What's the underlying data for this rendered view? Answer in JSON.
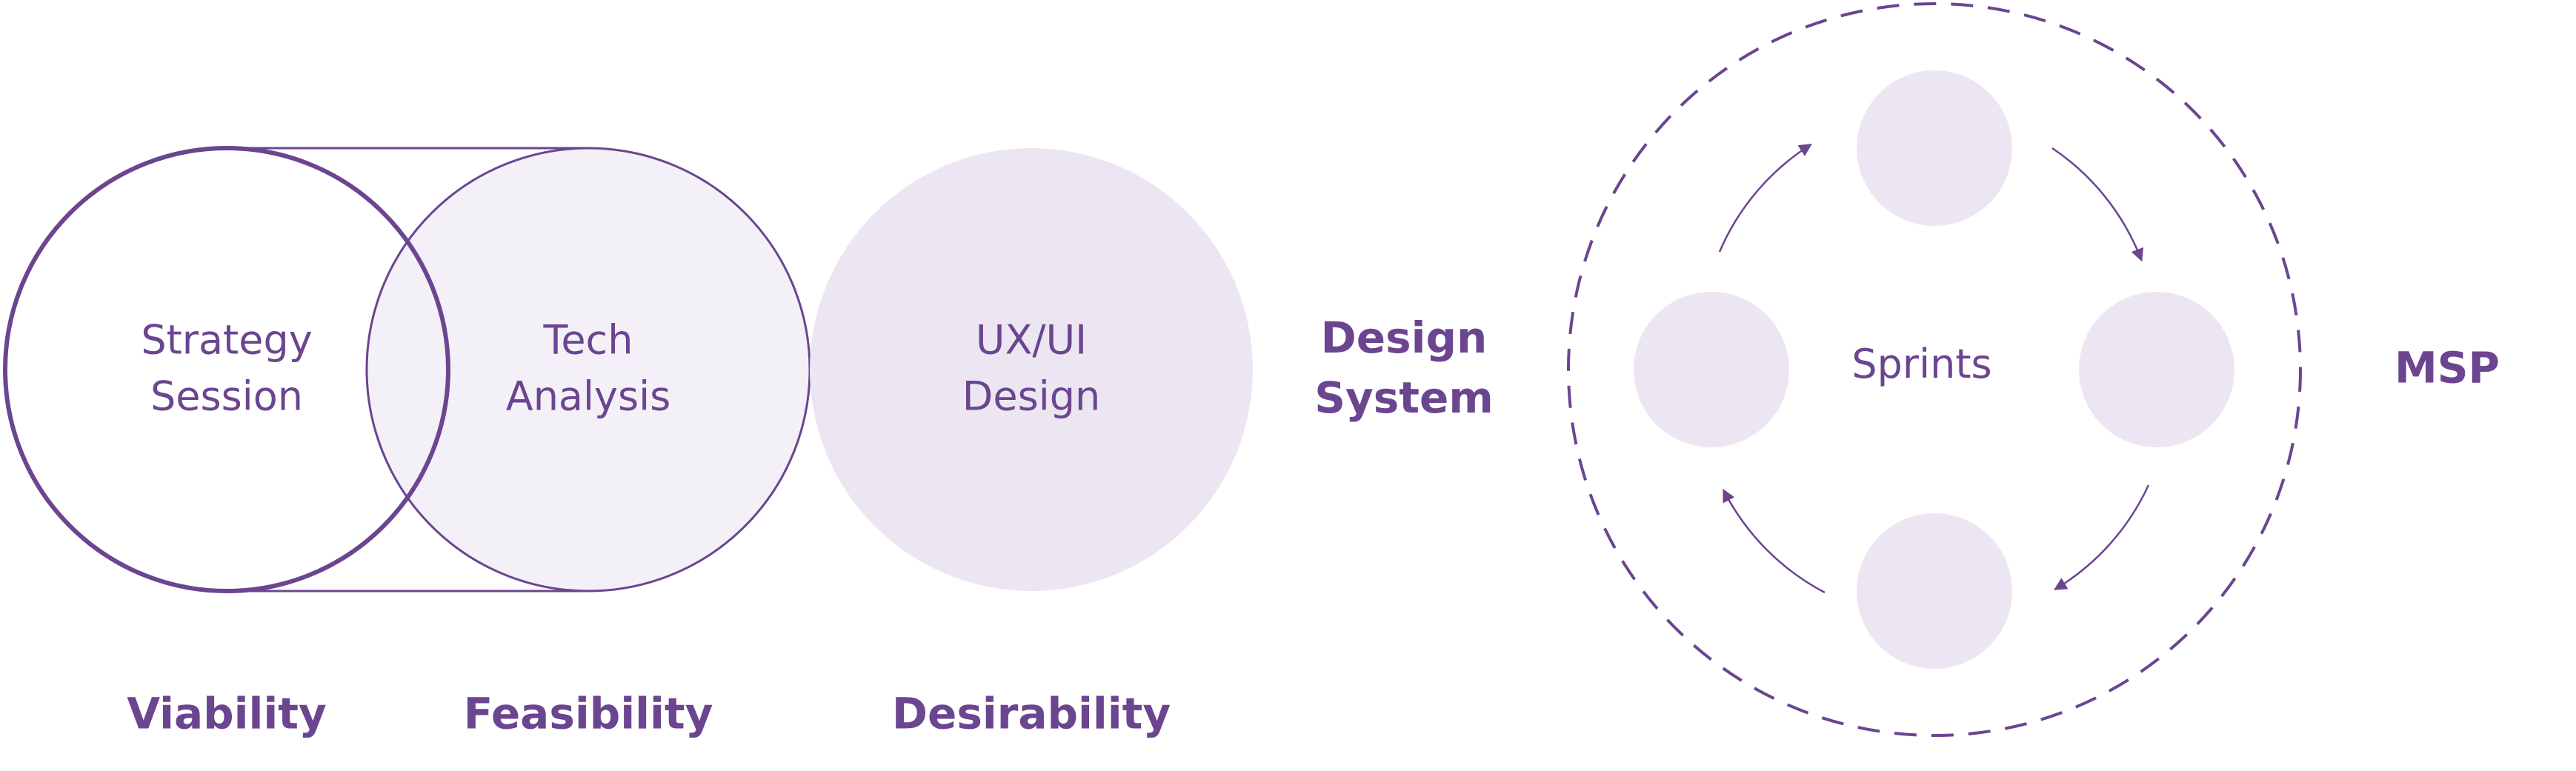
{
  "colors": {
    "accent": "#6B4590",
    "fill_light": "#F3F0F7",
    "fill_mid": "#ECE6F2"
  },
  "circles": {
    "strategy": {
      "line1": "Strategy",
      "line2": "Session"
    },
    "tech": {
      "line1": "Tech",
      "line2": "Analysis"
    },
    "uxui": {
      "line1": "UX/UI",
      "line2": "Design"
    }
  },
  "pillars": {
    "viability": "Viability",
    "feasibility": "Feasibility",
    "desirability": "Desirability"
  },
  "design_system": {
    "line1": "Design",
    "line2": "System"
  },
  "sprints": {
    "label": "Sprints"
  },
  "msp": {
    "label": "MSP"
  }
}
